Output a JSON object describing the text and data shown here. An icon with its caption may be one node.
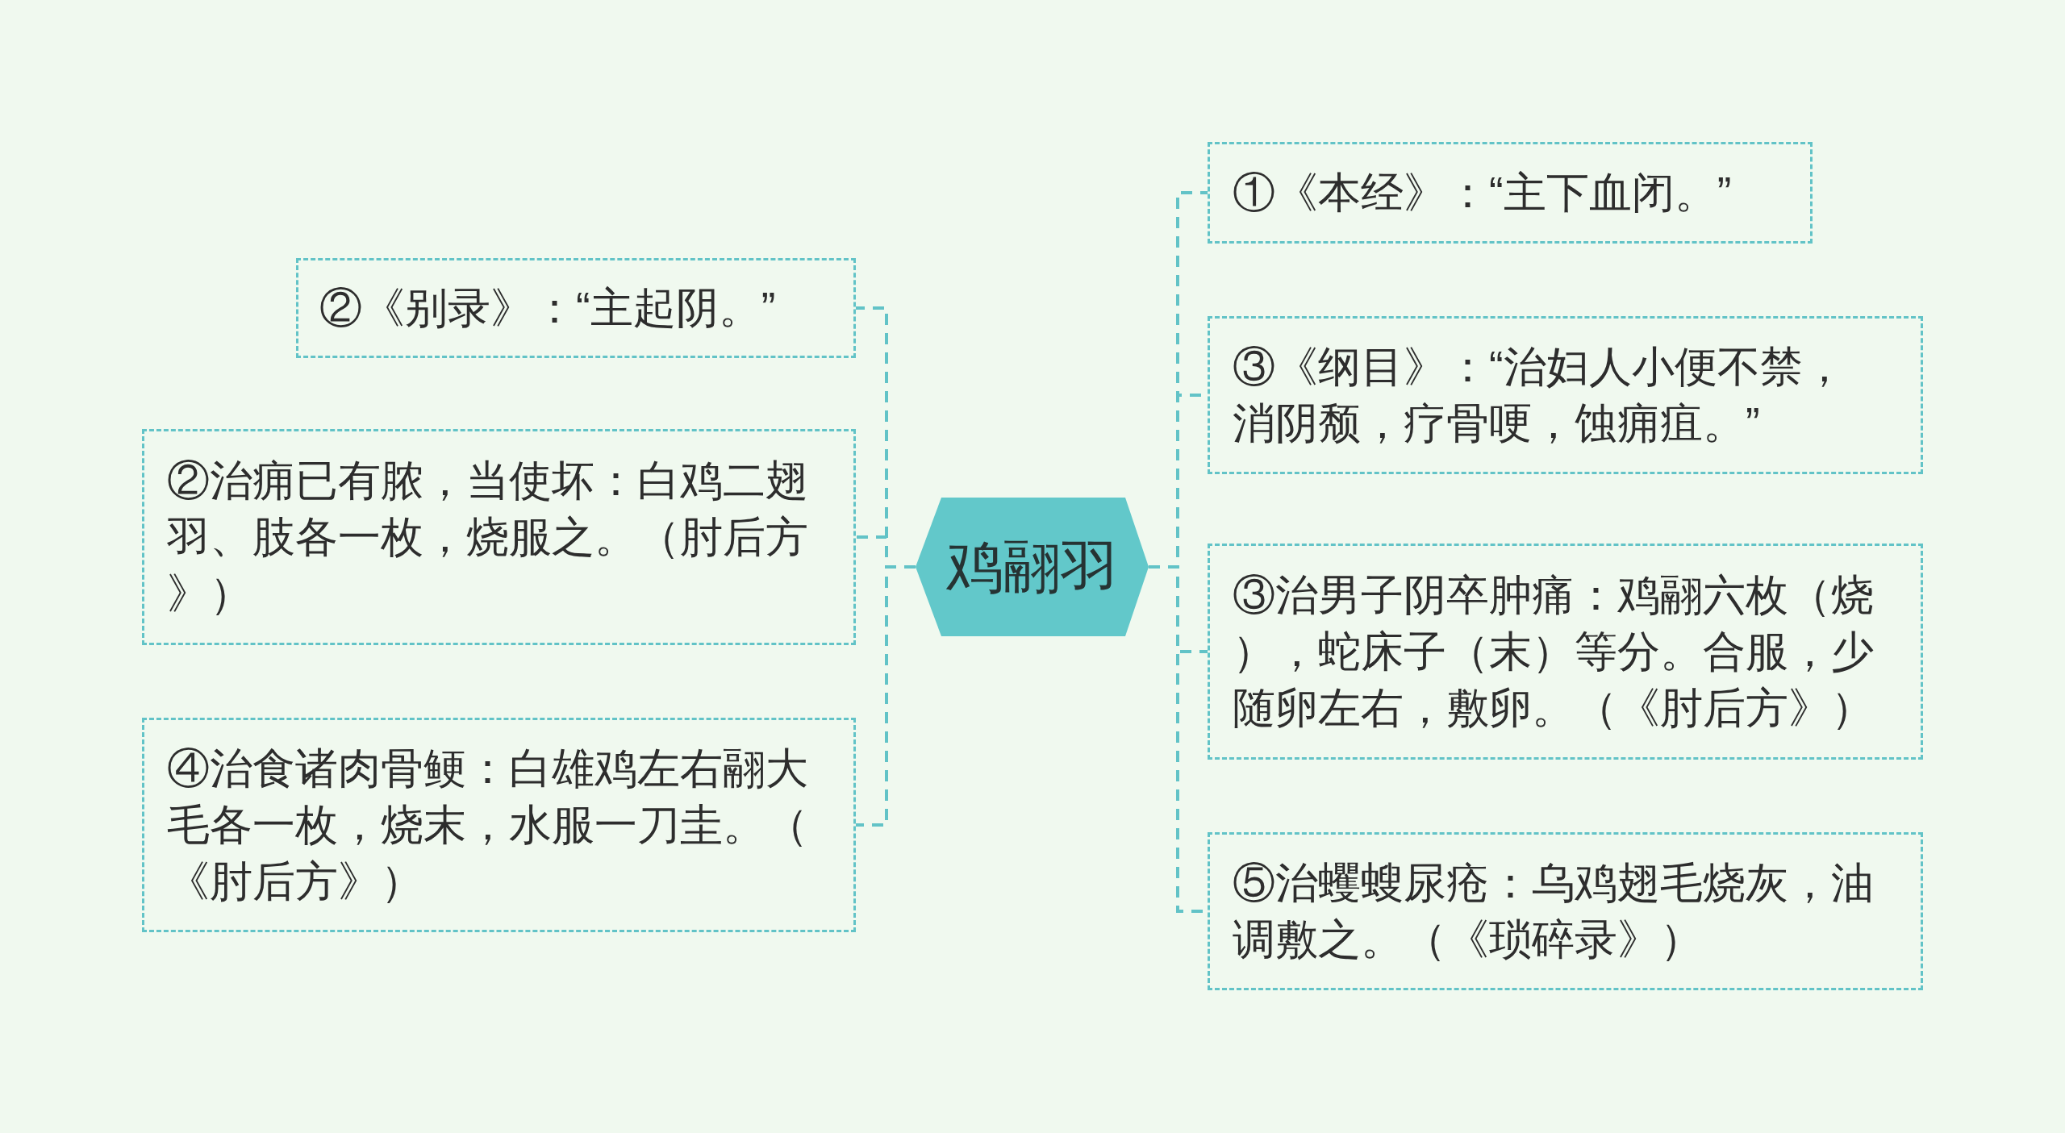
{
  "diagram": {
    "nodes": [
      {
        "text": [
          "鸡翮羽"
        ]
      },
      {
        "text": [
          "①《本经》：“主下血闭。”"
        ]
      },
      {
        "text": [
          "③《纲目》：“治妇人小便不禁，消阴颓，疗骨哽，蚀痈疽。”"
        ]
      },
      {
        "text": [
          "③治男子阴卒肿痛：鸡翮六枚（烧），蛇床子（末）等分。合服，少随卵左右，敷卵。（《肘后方》）"
        ]
      },
      {
        "text": [
          "⑤治蠼螋尿疮：乌鸡翅毛烧灰，油调敷之。（《琐碎录》）"
        ]
      },
      {
        "text": [
          "②《别录》：“主起阴。”"
        ]
      },
      {
        "text": [
          "②治痈已有脓，当使坏：白鸡二翅羽、肢各一枚，烧服之。（肘后方》）"
        ]
      },
      {
        "text": [
          "④治食诸肉骨鲠：白雄鸡左右翮大毛各一枚，烧末，水服一刀圭。（《肘后方》）"
        ]
      }
    ],
    "edges": [
      {
        "from": 0,
        "to": 1,
        "arrow": "none",
        "style": "dashed"
      },
      {
        "from": 0,
        "to": 2,
        "arrow": "none",
        "style": "dashed"
      },
      {
        "from": 0,
        "to": 3,
        "arrow": "none",
        "style": "dashed"
      },
      {
        "from": 0,
        "to": 4,
        "arrow": "none",
        "style": "dashed"
      },
      {
        "from": 0,
        "to": 5,
        "arrow": "none",
        "style": "dashed"
      },
      {
        "from": 0,
        "to": 6,
        "arrow": "none",
        "style": "dashed"
      },
      {
        "from": 0,
        "to": 7,
        "arrow": "none",
        "style": "dashed"
      }
    ]
  }
}
